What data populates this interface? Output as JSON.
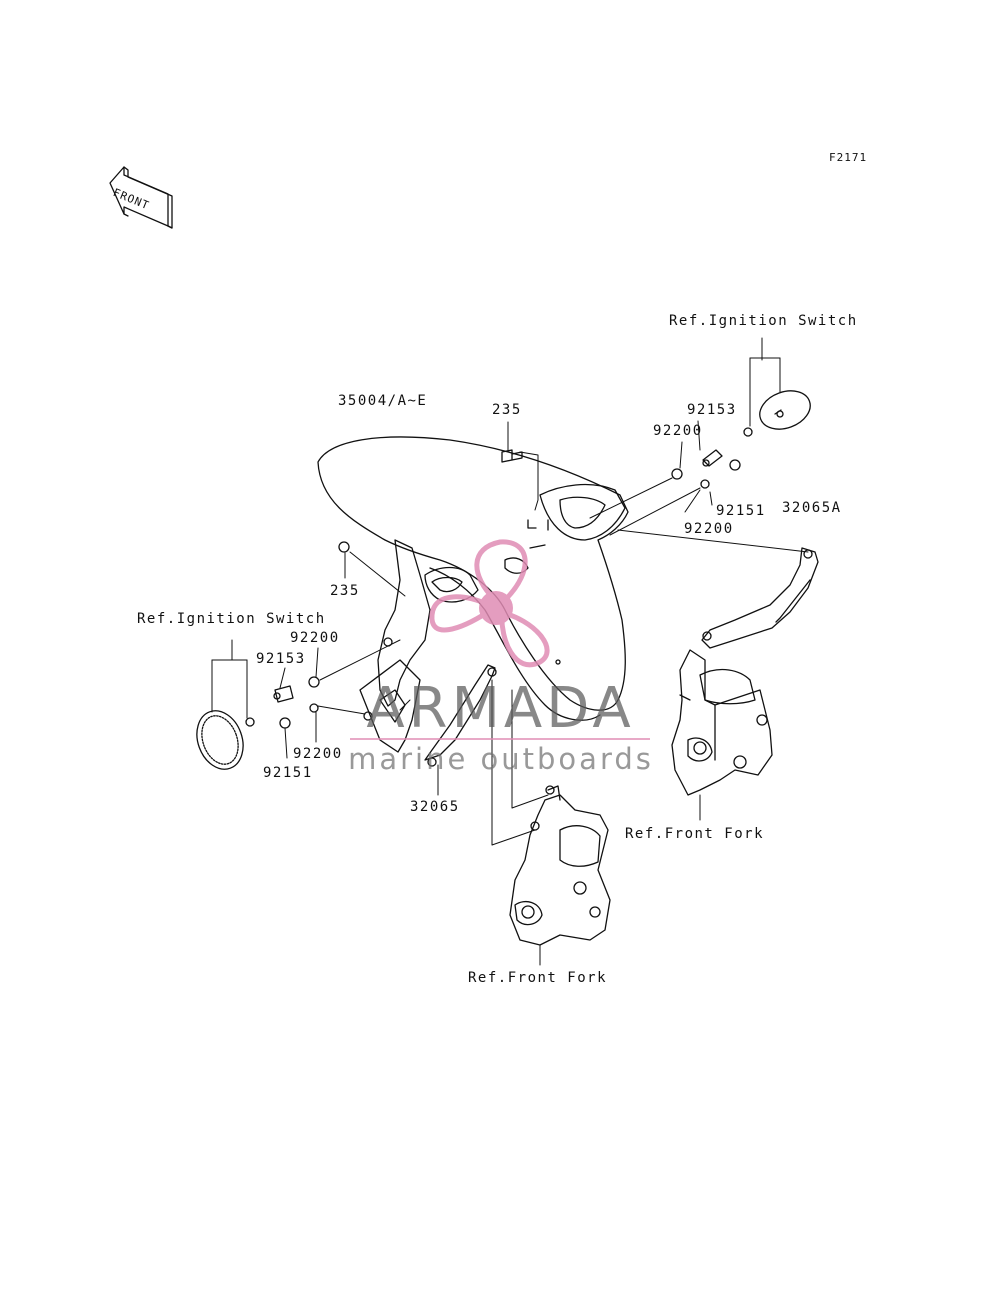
{
  "figure_code": "F2171",
  "front_badge": "FRONT",
  "labels": {
    "ref_ignition_switch_right": "Ref.Ignition Switch",
    "ref_ignition_switch_left": "Ref.Ignition Switch",
    "part_35004": "35004/A~E",
    "part_235_top": "235",
    "part_235_left": "235",
    "part_92153_right": "92153",
    "part_92200_right_top": "92200",
    "part_92151_right": "92151",
    "part_32065A": "32065A",
    "part_92200_right_bottom": "92200",
    "part_92200_left_top": "92200",
    "part_92153_left": "92153",
    "part_92200_left_bottom": "92200",
    "part_92151_left": "92151",
    "part_32065": "32065",
    "ref_front_fork_right": "Ref.Front Fork",
    "ref_front_fork_bottom": "Ref.Front Fork"
  },
  "watermark": {
    "title": "ARMADA",
    "subtitle": "marine outboards",
    "accent_color": "#e08cb4"
  }
}
